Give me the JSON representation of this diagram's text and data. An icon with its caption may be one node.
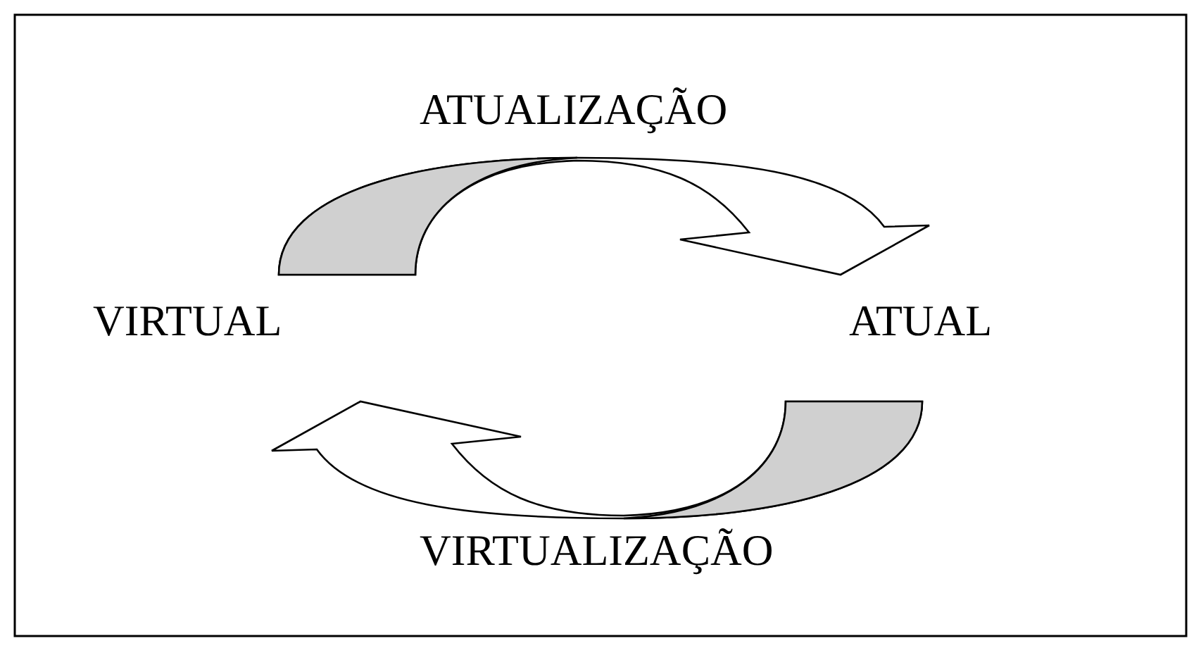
{
  "diagram": {
    "nodes": [
      {
        "text": [
          "VIRTUAL"
        ]
      },
      {
        "text": [
          "ATUAL"
        ]
      }
    ],
    "edges": [
      {
        "from": 0,
        "to": 1,
        "arrow": "to",
        "label": "ATUALIZAÇÃO"
      },
      {
        "from": 1,
        "to": 0,
        "arrow": "to",
        "label": "VIRTUALIZAÇÃO"
      }
    ]
  }
}
